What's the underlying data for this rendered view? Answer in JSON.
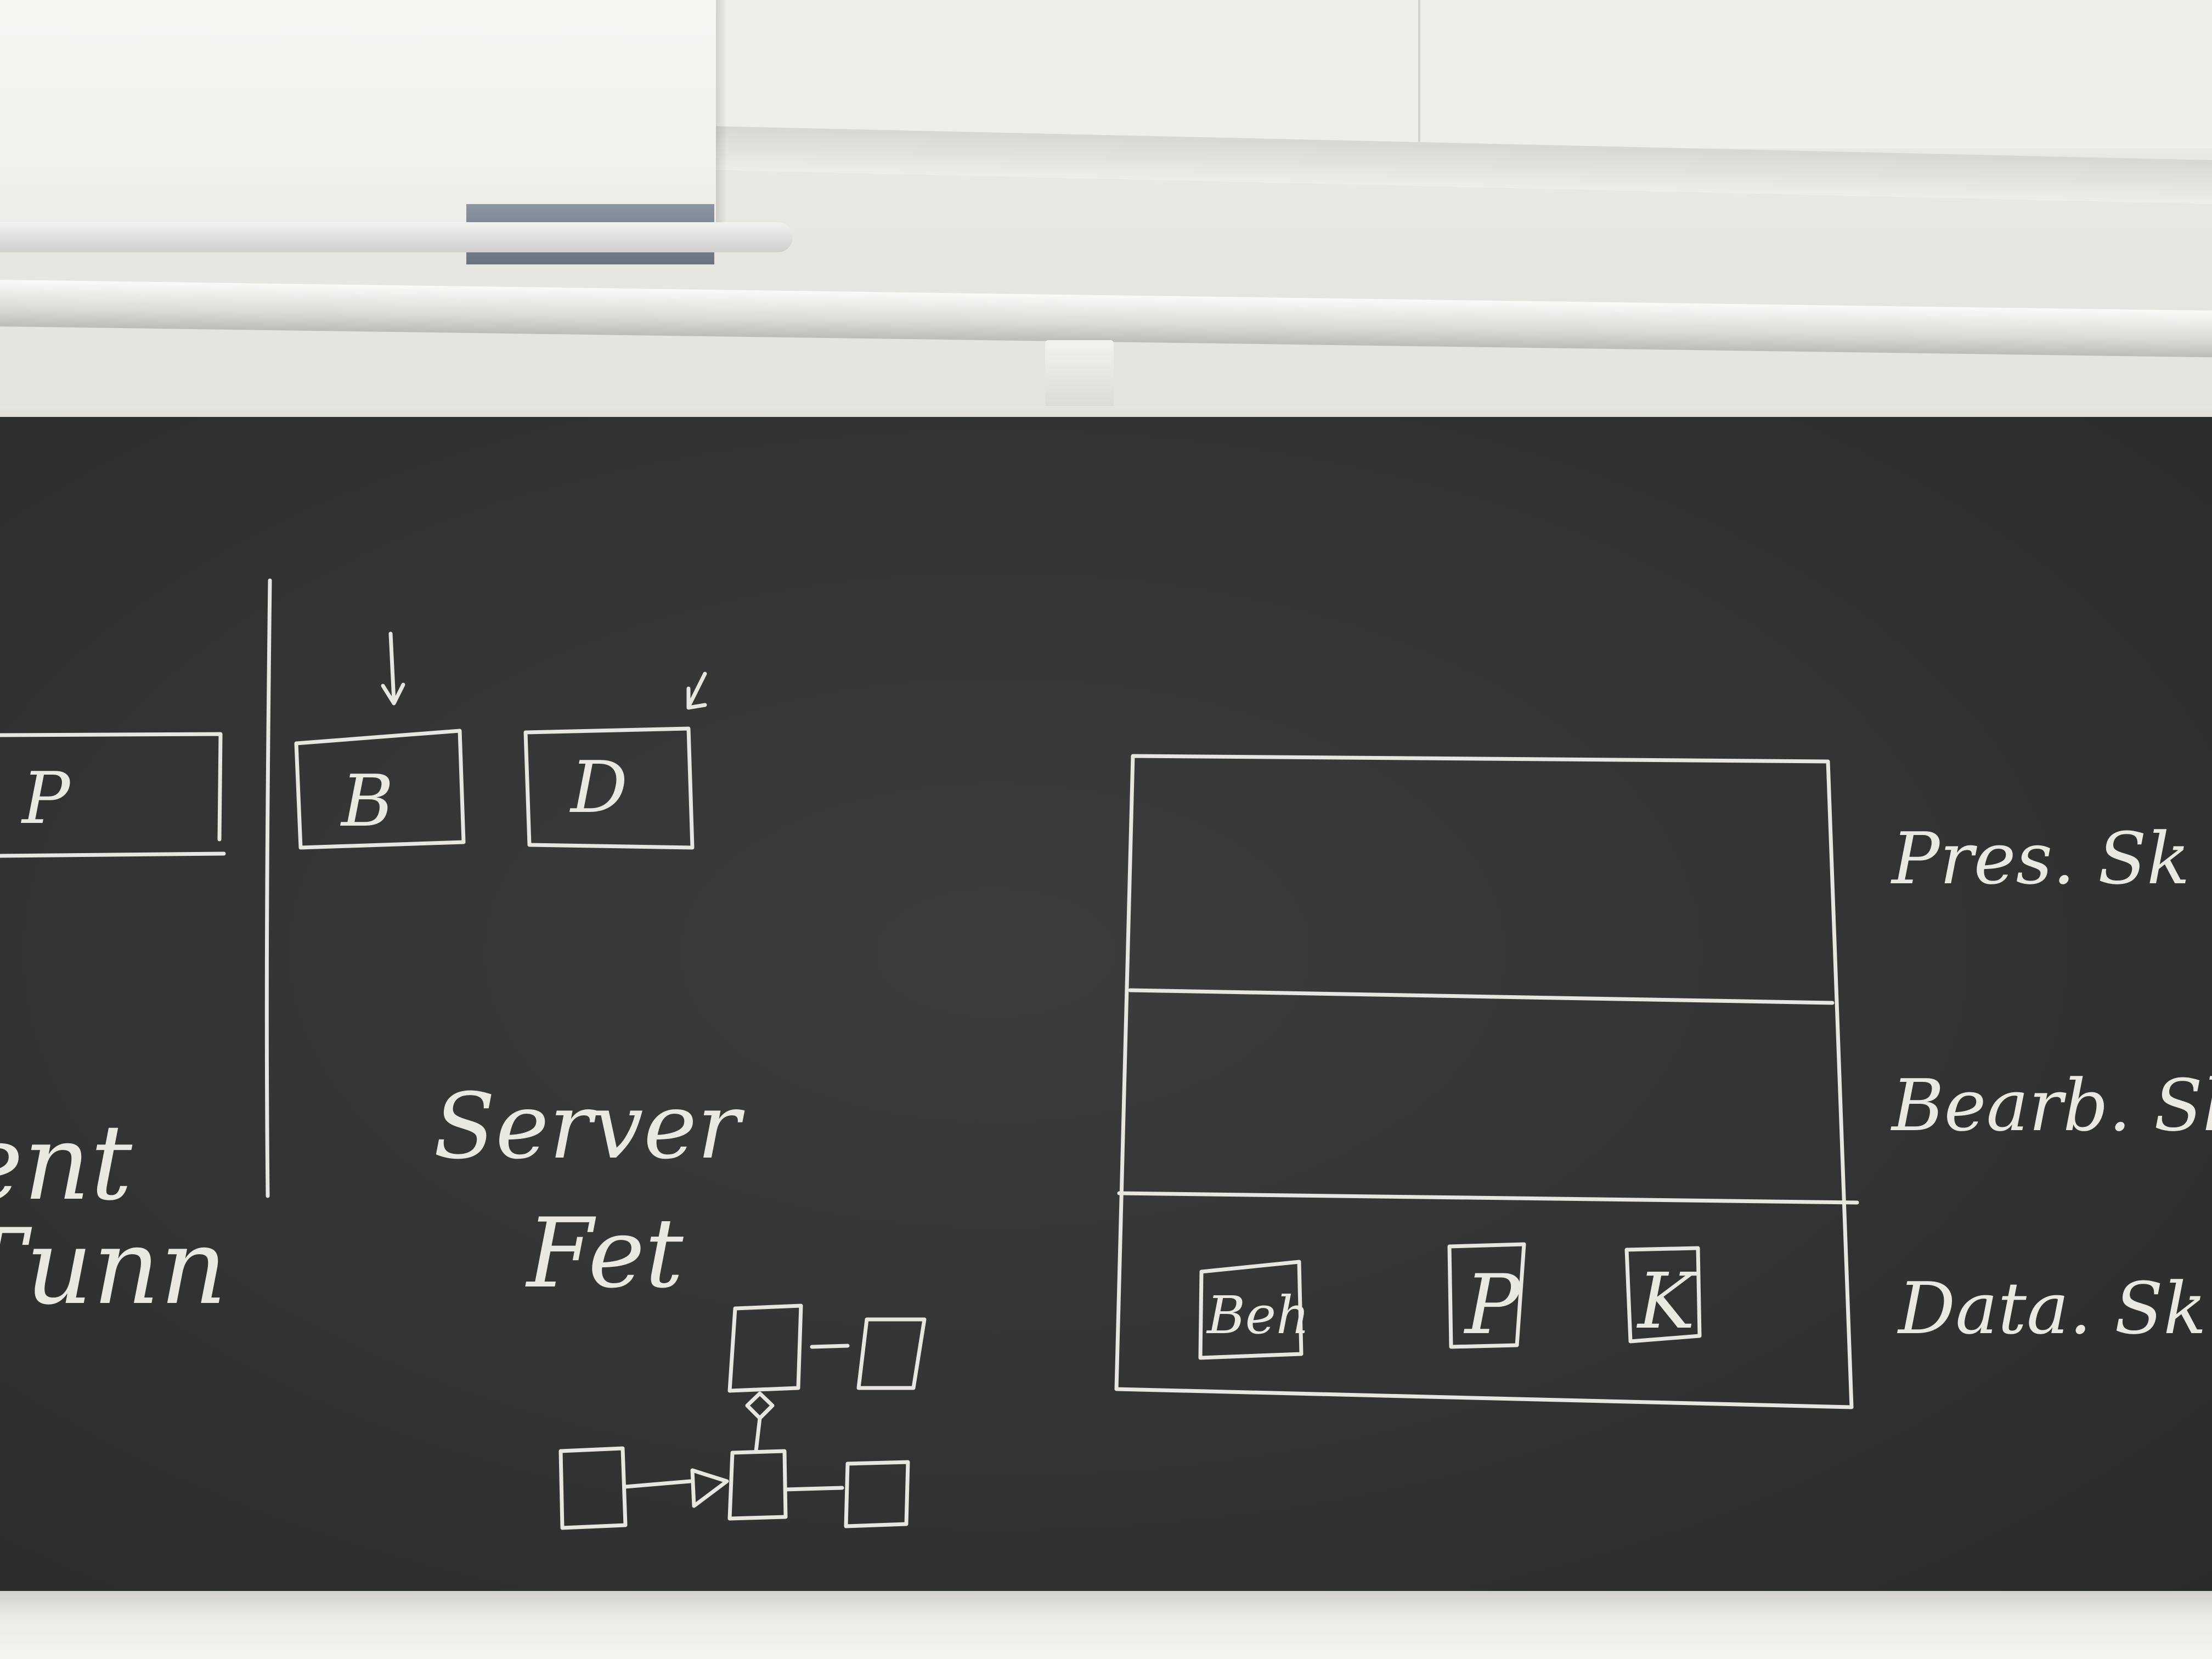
{
  "board": {
    "left_box_label": "P",
    "box_b_label": "B",
    "box_d_label": "D",
    "left_text_line1": "ent",
    "left_text_line2": "Tunn",
    "server_line1": "Server",
    "server_line2": "Fet",
    "layer_labels": [
      "Pres. Sk",
      "Bearb. Sk",
      "Data. Sk"
    ],
    "data_layer_boxes": [
      "Beh",
      "P",
      "K"
    ]
  }
}
